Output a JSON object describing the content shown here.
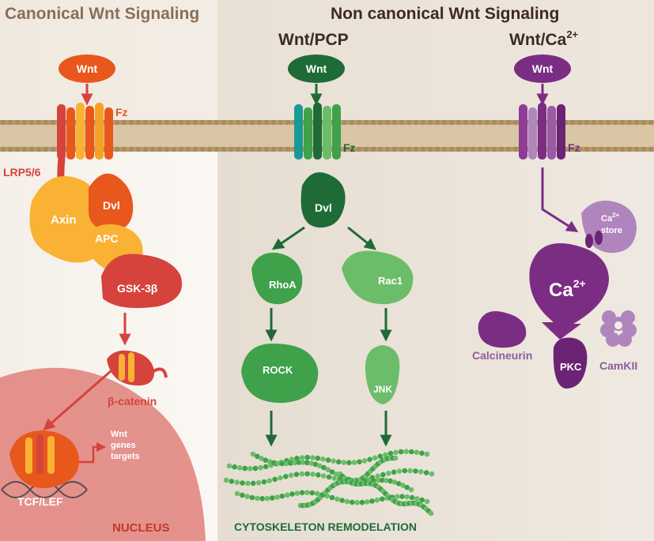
{
  "headers": {
    "canonical": "Canonical Wnt Signaling",
    "noncanonical": "Non canonical Wnt Signaling",
    "pcp": "Wnt/PCP",
    "ca_base": "Wnt/Ca",
    "ca_sup": "2+"
  },
  "canonical": {
    "wnt": "Wnt",
    "fz": "Fz",
    "lrp": "LRP5/6",
    "axin": "Axin",
    "dvl": "Dvl",
    "apc": "APC",
    "gsk": "GSK-3β",
    "bcatenin": "β-catenin",
    "tcf": "TCF/LEF",
    "targets_1": "Wnt",
    "targets_2": "genes",
    "targets_3": "targets",
    "nucleus": "NUCLEUS"
  },
  "pcp": {
    "wnt": "Wnt",
    "fz": "Fz",
    "dvl": "Dvl",
    "rhoa": "RhoA",
    "rac1": "Rac1",
    "rock": "ROCK",
    "jnk": "JNK",
    "cytoskeleton": "CYTOSKELETON REMODELATION"
  },
  "ca": {
    "wnt": "Wnt",
    "fz": "Fz",
    "store_sup": "2+",
    "store_base": "Ca",
    "store_word": "store",
    "ca_base": "Ca",
    "ca_sup": "2+",
    "calcineurin": "Calcineurin",
    "pkc": "PKC",
    "camkii": "CamKII"
  },
  "colors": {
    "canonical_orange": "#e8571c",
    "canonical_red": "#d5433c",
    "canonical_yellow": "#f9b233",
    "pcp_dark_green": "#1e6b37",
    "pcp_green": "#3fa14a",
    "pcp_light_green": "#6cbd6a",
    "pcp_teal": "#1a9a95",
    "ca_purple": "#7b2d84",
    "ca_light_purple": "#b085bd",
    "membrane": "#c2a982",
    "header_brown": "#8a6f55",
    "nucleus": "#e0807a"
  }
}
